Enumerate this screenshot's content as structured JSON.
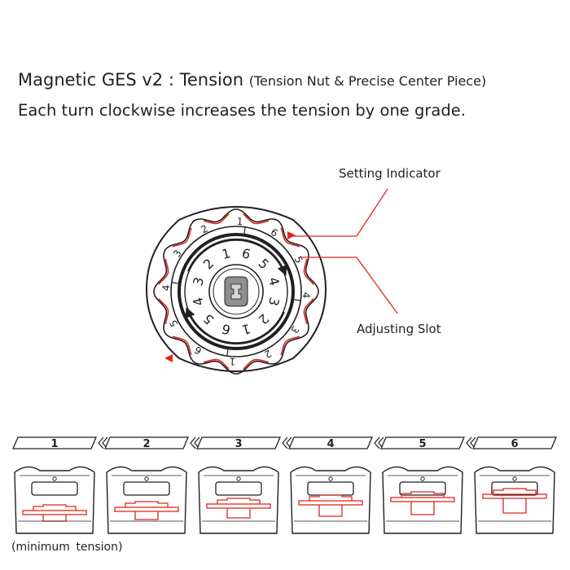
{
  "header": {
    "title": "Magnetic GES v2 : Tension",
    "subtitle": "(Tension Nut & Precise Center Piece)",
    "description": "Each turn clockwise increases the tension by one grade."
  },
  "diagram": {
    "setting_indicator_label": "Setting Indicator",
    "adjusting_slot_label": "Adjusting Slot",
    "outer_ring_numbers": [
      "1",
      "6",
      "5",
      "4",
      "3",
      "2",
      "1",
      "6",
      "5",
      "4",
      "3",
      "2"
    ],
    "inner_ring_numbers": [
      "6",
      "5",
      "4",
      "3",
      "2",
      "1",
      "6",
      "5",
      "4",
      "3",
      "2",
      "1"
    ],
    "accent_color": "#e1251b"
  },
  "grades": {
    "labels": [
      "1",
      "2",
      "3",
      "4",
      "5",
      "6"
    ],
    "note": "(minimum  tension)"
  }
}
